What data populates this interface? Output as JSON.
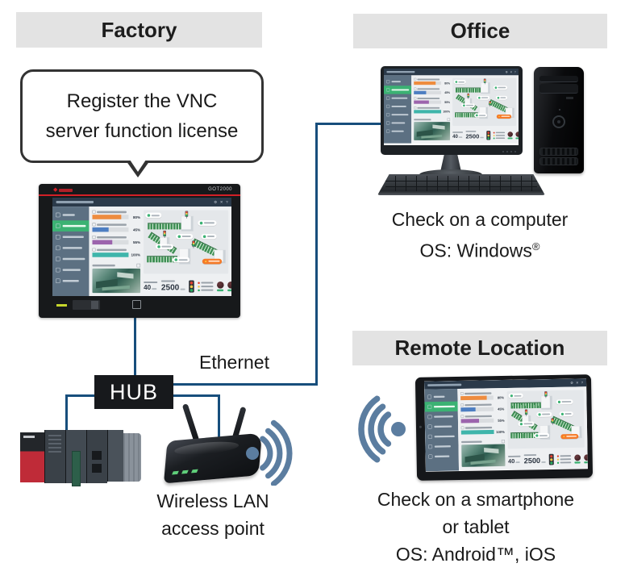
{
  "factory": {
    "header": "Factory",
    "callout": {
      "line1": "Register the VNC",
      "line2": "server function license"
    },
    "hub_label": "HUB",
    "ethernet_label": "Ethernet",
    "wireless_caption": {
      "line1": "Wireless LAN",
      "line2": "access point"
    }
  },
  "office": {
    "header": "Office",
    "caption": {
      "line1": "Check on a computer",
      "line2_text": "OS: Windows",
      "line2_mark": "®"
    }
  },
  "remote": {
    "header": "Remote Location",
    "caption": {
      "line1": "Check on a smartphone",
      "line2": "or tablet",
      "line3": "OS: Android™, iOS"
    }
  },
  "hmi": {
    "brand": "GOT2000"
  },
  "dashboard": {
    "kpis": [
      {
        "name": "kpi-1",
        "value": "80%",
        "color": "#ee8c3f"
      },
      {
        "name": "kpi-2",
        "value": "45%",
        "color": "#4d7ec2"
      },
      {
        "name": "kpi-3",
        "value": "55%",
        "color": "#9c64ad"
      },
      {
        "name": "kpi-4",
        "value": "100%",
        "color": "#3fb5ab"
      }
    ],
    "metrics": {
      "minor": "40",
      "major": "2500"
    }
  },
  "colors": {
    "connection_line": "#174e7c",
    "header_bg": "#e3e3e3",
    "hub_bg": "#17191c",
    "wifi_icon": "#5b7da0",
    "dashboard_active_green": "#3bb273",
    "alert_orange": "#f57a28",
    "hmi_stripe_red": "#d22027",
    "plc_red": "#bf2b38"
  }
}
